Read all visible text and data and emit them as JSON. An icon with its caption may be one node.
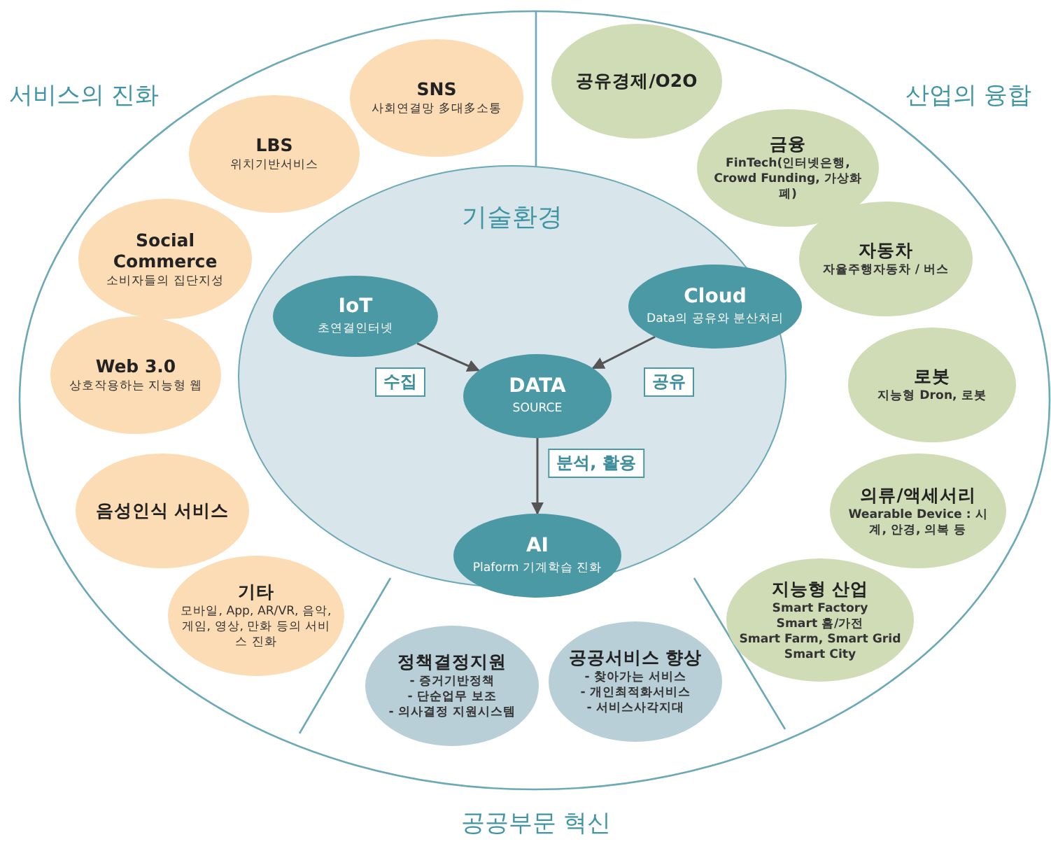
{
  "diagram": {
    "nodes": [
      {
        "text": [
          "SNS",
          "사회연결망 多대多소통"
        ]
      },
      {
        "text": [
          "LBS",
          "위치기반서비스"
        ]
      },
      {
        "text": [
          "Social Commerce",
          "소비자들의 집단지성"
        ]
      },
      {
        "text": [
          "Web 3.0",
          "상호작용하는 지능형 웹"
        ]
      },
      {
        "text": [
          "음성인식 서비스"
        ]
      },
      {
        "text": [
          "기타",
          "모바일, App, AR/VR, 음악, 게임, 영상, 만화 등의 서비스 진화"
        ]
      },
      {
        "text": [
          "공유경제/O2O"
        ]
      },
      {
        "text": [
          "금융",
          "FinTech(인터넷은행, Crowd Funding, 가상화폐)"
        ]
      },
      {
        "text": [
          "자동차",
          "자율주행자동차 / 버스"
        ]
      },
      {
        "text": [
          "로봇",
          "지능형 Dron, 로봇"
        ]
      },
      {
        "text": [
          "의류/액세서리",
          "Wearable Device : 시계, 안경, 의복 등"
        ]
      },
      {
        "text": [
          "지능형 산업",
          "Smart Factory",
          "Smart 홈/가전",
          "Smart Farm, Smart Grid",
          "Smart City"
        ]
      },
      {
        "text": [
          "기술환경"
        ]
      },
      {
        "text": [
          "IoT",
          "초연결인터넷"
        ],
        "in": 12
      },
      {
        "text": [
          "Cloud",
          "Data의 공유와 분산처리"
        ],
        "in": 12
      },
      {
        "text": [
          "DATA",
          "SOURCE"
        ],
        "in": 12
      },
      {
        "text": [
          "AI",
          "Plaform 기계학습 진화"
        ],
        "in": 12
      },
      {
        "text": [
          "정책결정지원",
          "- 증거기반정책",
          "- 단순업무 보조",
          "- 의사결정 지원시스템"
        ]
      },
      {
        "text": [
          "공공서비스 향상",
          "- 찾아가는 서비스",
          "- 개인최적화서비스",
          "- 서비스사각지대"
        ]
      }
    ],
    "edges": [
      {
        "from": 13,
        "to": 15,
        "arrow": "to",
        "label": "수집"
      },
      {
        "from": 14,
        "to": 15,
        "arrow": "to",
        "label": "공유"
      },
      {
        "from": 15,
        "to": 16,
        "arrow": "to",
        "label": "분석, 활용"
      }
    ],
    "labels": [
      "서비스의 진화",
      "산업의 융합",
      "공공부문 혁신"
    ]
  }
}
